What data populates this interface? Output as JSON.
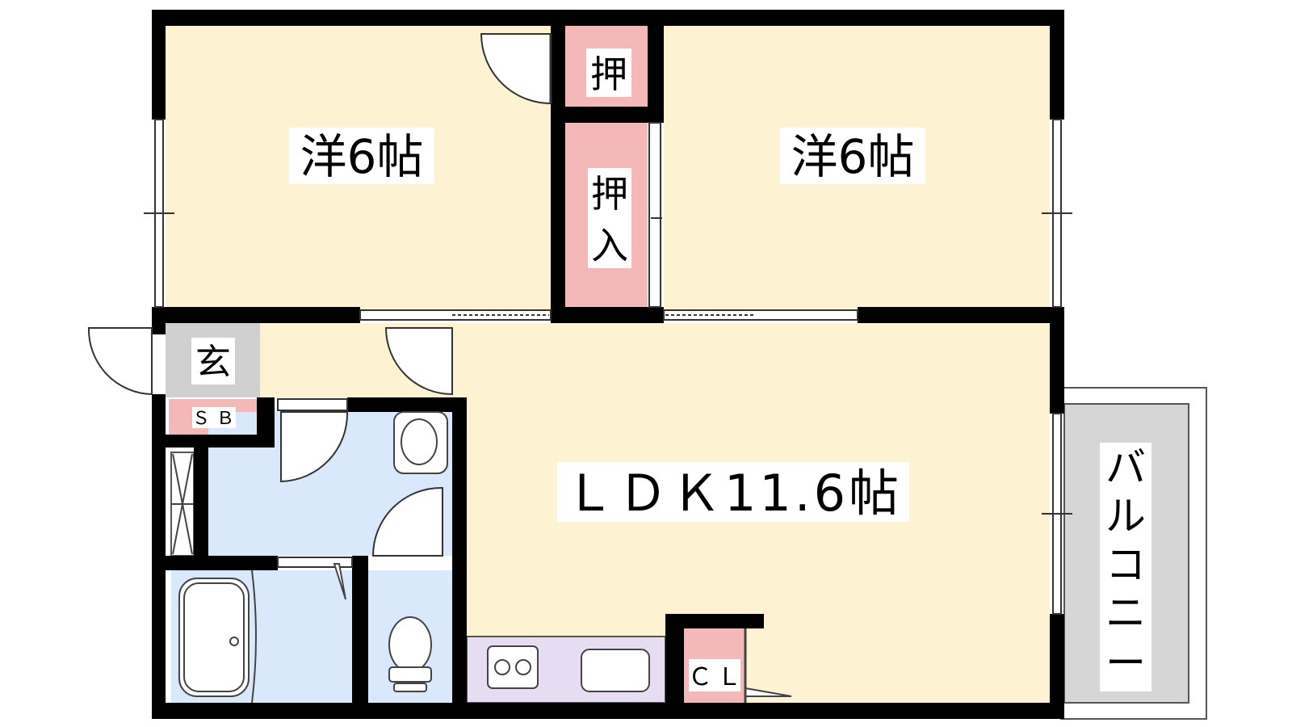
{
  "plan": {
    "rooms": {
      "western_left": "洋6帖",
      "western_right": "洋6帖",
      "ldk": "ＬＤＫ11.6帖"
    },
    "closets": {
      "upper": "押",
      "lower_top": "押",
      "lower_bottom": "入",
      "cl": "ＣＬ"
    },
    "entrance": {
      "genkan": "玄",
      "shoe_box": "ＳＢ"
    },
    "balcony": [
      "バ",
      "ル",
      "コ",
      "ニ",
      "ー"
    ]
  },
  "colors": {
    "room_fill": "#fdf2d2",
    "closet_fill": "#f5b8b8",
    "wet_area_fill": "#d9e8fb",
    "kitchen_fill": "#e7ddf3",
    "genkan_fill": "#d0d0d0",
    "balcony_fill": "#d6d6d6",
    "wall": "#000000"
  }
}
